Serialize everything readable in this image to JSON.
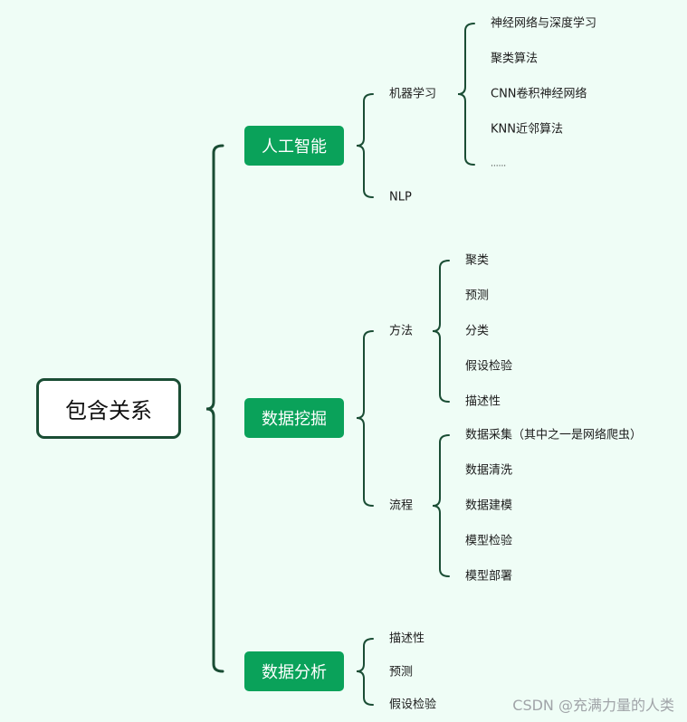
{
  "root": {
    "label": "包含关系"
  },
  "categories": [
    {
      "label": "人工智能",
      "children": [
        {
          "label": "机器学习",
          "children": [
            "神经网络与深度学习",
            "聚类算法",
            "CNN卷积神经网络",
            "KNN近邻算法",
            "......"
          ]
        },
        {
          "label": "NLP",
          "children": []
        }
      ]
    },
    {
      "label": "数据挖掘",
      "children": [
        {
          "label": "方法",
          "children": [
            "聚类",
            "预测",
            "分类",
            "假设检验",
            "描述性"
          ]
        },
        {
          "label": "流程",
          "children": [
            "数据采集（其中之一是网络爬虫）",
            "数据清洗",
            "数据建模",
            "模型检验",
            "模型部署"
          ]
        }
      ]
    },
    {
      "label": "数据分析",
      "children": [
        {
          "label": "描述性",
          "children": []
        },
        {
          "label": "预测",
          "children": []
        },
        {
          "label": "假设检验",
          "children": []
        }
      ]
    }
  ],
  "watermark": "CSDN @充满力量的人类",
  "colors": {
    "line": "#1a4d34",
    "accent": "#0aa25a",
    "background": "#effdf6"
  }
}
